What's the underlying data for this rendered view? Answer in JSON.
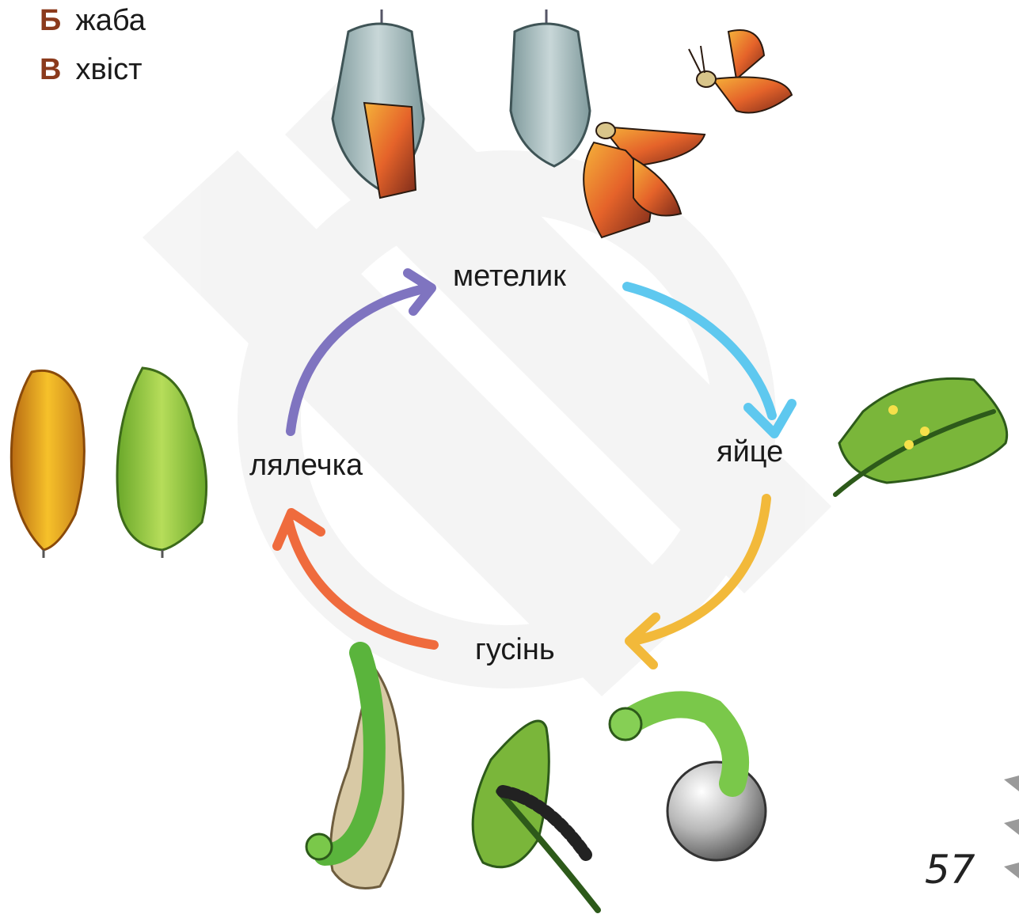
{
  "options": [
    {
      "letter": "Б",
      "text": "жаба"
    },
    {
      "letter": "В",
      "text": "хвіст"
    }
  ],
  "cycle": {
    "stages": [
      {
        "id": "butterfly",
        "label": "метелик"
      },
      {
        "id": "egg",
        "label": "яйце"
      },
      {
        "id": "caterpillar",
        "label": "гусінь"
      },
      {
        "id": "pupa",
        "label": "лялечка"
      }
    ],
    "arrows": [
      {
        "from": "метелик",
        "to": "яйце",
        "color": "#5ec8ef"
      },
      {
        "from": "яйце",
        "to": "гусінь",
        "color": "#f2b93a"
      },
      {
        "from": "гусінь",
        "to": "лялечка",
        "color": "#ef6b3d"
      },
      {
        "from": "лялечка",
        "to": "метелик",
        "color": "#7f74c0"
      }
    ]
  },
  "page_number": "57"
}
